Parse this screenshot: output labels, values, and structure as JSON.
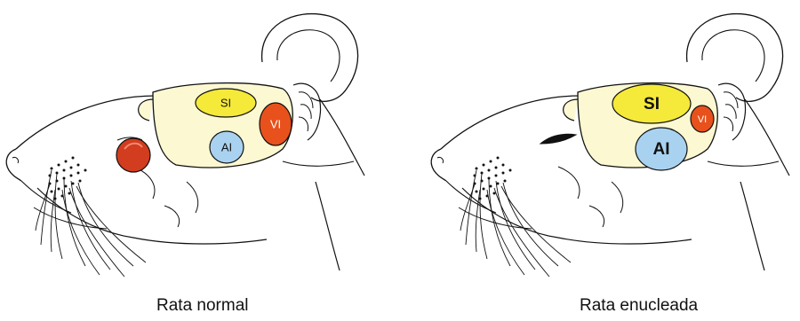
{
  "panels": [
    {
      "caption": "Rata normal",
      "regions": {
        "si": "SI",
        "ai": "AI",
        "vi": "VI"
      }
    },
    {
      "caption": "Rata enucleada",
      "regions": {
        "si": "SI",
        "ai": "AI",
        "vi": "VI"
      }
    }
  ],
  "colors": {
    "cortex": "#fbf8d2",
    "si": "#f5e93a",
    "ai": "#a9d2f0",
    "vi": "#e8511c",
    "eye": "#d23c1f",
    "outline": "#111111"
  }
}
